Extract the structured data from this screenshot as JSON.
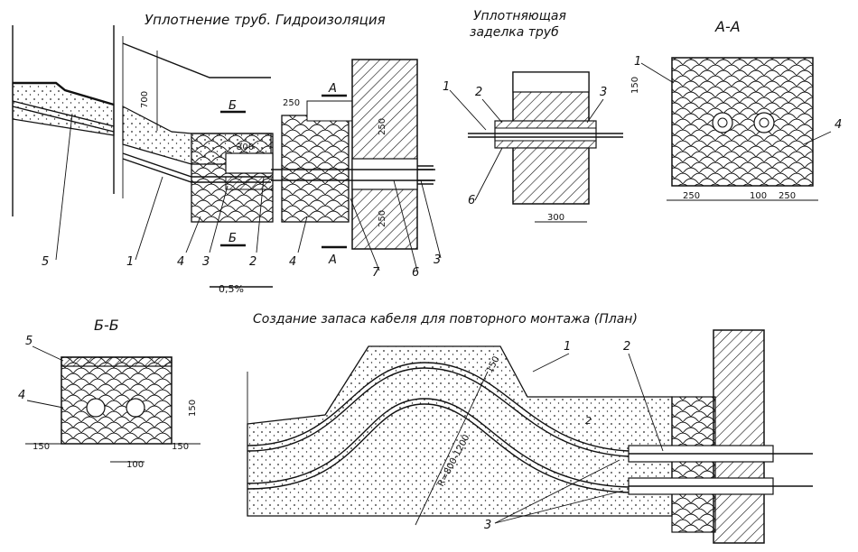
{
  "titles": {
    "sealing": "Уплотнение труб. Гидроизоляция",
    "pipe_seal_line1": "Уплотняющая",
    "pipe_seal_line2": "заделка труб",
    "section_aa": "А-А",
    "section_bb": "Б-Б",
    "reserve": "Создание запаса кабеля для повторного монтажа (План)"
  },
  "dims": {
    "d700": "700",
    "d250_top": "250",
    "d300_left": "300",
    "d250_v": "250",
    "d250_v2": "250",
    "d300_seal": "300",
    "aa_250_left": "250",
    "aa_100": "100",
    "aa_250_right": "250",
    "aa_150": "150",
    "bb_150_left": "150",
    "bb_150_right": "150",
    "bb_150_v": "150",
    "bb_100": "100",
    "r_150": "150",
    "r_radius": "R=800-1200",
    "slope": "0,5%"
  },
  "cut_marks": {
    "a_top": "А",
    "a_bottom": "А",
    "b_top": "Б",
    "b_bottom": "Б"
  },
  "callouts": {
    "c5": "5",
    "c1": "1",
    "c4": "4",
    "c3": "3",
    "c2": "2",
    "c4b": "4",
    "c7": "7",
    "c6": "6",
    "c3b": "3",
    "s1": "1",
    "s2": "2",
    "s3": "3",
    "s6": "6",
    "aa1": "1",
    "aa4": "4",
    "bb5": "5",
    "bb4": "4",
    "p1": "1",
    "p2": "2",
    "p2b": "2",
    "p3": "3"
  }
}
